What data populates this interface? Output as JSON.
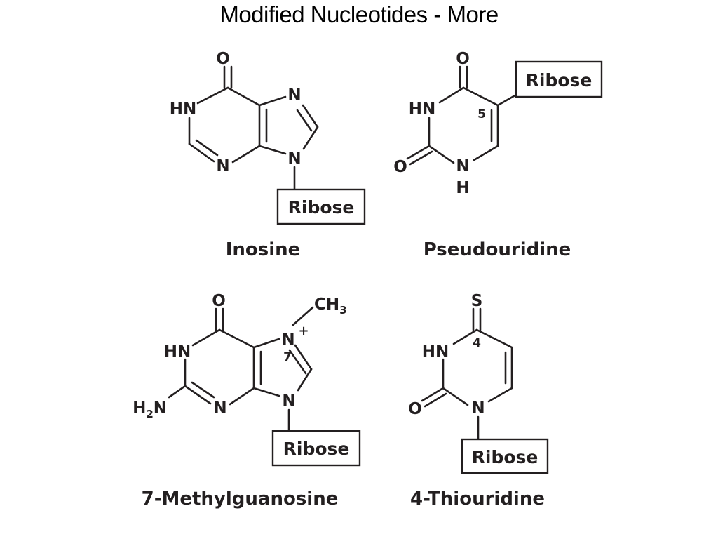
{
  "page": {
    "title": "Modified Nucleotides - More"
  },
  "ribose_label": "Ribose",
  "molecules": {
    "inosine": {
      "name": "Inosine",
      "atoms": {
        "o6": "O",
        "hn1": "HN",
        "n3": "N",
        "n7": "N",
        "n9": "N"
      }
    },
    "pseudouridine": {
      "name": "Pseudouridine",
      "position": "5",
      "atoms": {
        "o4": "O",
        "hn3": "HN",
        "o2": "O",
        "n1": "N",
        "h1": "H"
      }
    },
    "methylguanosine": {
      "name": "7-Methylguanosine",
      "position": "7",
      "charge": "+",
      "methyl": {
        "ch": "CH",
        "sub": "3"
      },
      "amine": {
        "h": "H",
        "sub": "2",
        "n": "N"
      },
      "atoms": {
        "o6": "O",
        "hn1": "HN",
        "n3": "N",
        "n7": "N",
        "n9": "N"
      }
    },
    "thiouridine": {
      "name": "4-Thiouridine",
      "position": "4",
      "atoms": {
        "s4": "S",
        "hn3": "HN",
        "o2": "O",
        "n1": "N"
      }
    }
  }
}
